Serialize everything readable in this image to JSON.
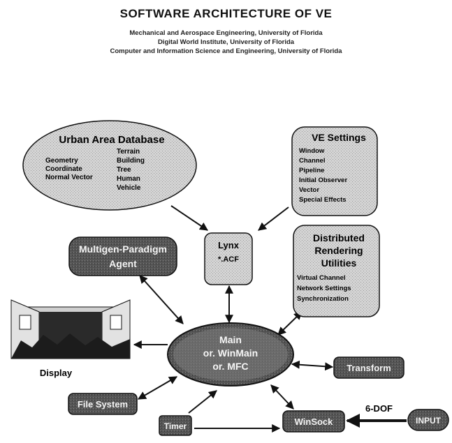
{
  "header": {
    "title": "SOFTWARE ARCHITECTURE OF VE",
    "affiliations": [
      "Mechanical and Aerospace Engineering, University of Florida",
      "Digital World Institute, University of Florida",
      "Computer and Information Science and Engineering, University of Florida"
    ]
  },
  "nodes": {
    "urban_db": {
      "title": "Urban Area Database",
      "left_items": [
        "Geometry",
        "Coordinate",
        "Normal Vector"
      ],
      "right_items": [
        "Terrain",
        "Building",
        "Tree",
        "Human",
        "Vehicle"
      ]
    },
    "ve_settings": {
      "title": "VE Settings",
      "items": [
        "Window",
        "Channel",
        "Pipeline",
        "Initial Observer",
        "Vector",
        "Special Effects"
      ]
    },
    "lynx": {
      "line1": "Lynx",
      "line2": "*.ACF"
    },
    "multigen": {
      "line1": "Multigen-Paradigm",
      "line2": "Agent"
    },
    "distributed": {
      "title_lines": [
        "Distributed",
        "Rendering",
        "Utilities"
      ],
      "items": [
        "Virtual Channel",
        "Network Settings",
        "Synchronization"
      ]
    },
    "main": {
      "lines": [
        "Main",
        "or. WinMain",
        "or. MFC"
      ]
    },
    "display": {
      "label": "Display"
    },
    "transform": {
      "label": "Transform"
    },
    "file_system": {
      "label": "File System"
    },
    "timer": {
      "label": "Timer"
    },
    "winsock": {
      "label": "WinSock"
    },
    "input": {
      "label": "INPUT"
    },
    "dof_label": "6-DOF"
  },
  "colors": {
    "ellipse_fill": "#dcdcdc",
    "box_fill": "#e6e6e6",
    "dark_fill": "#444444",
    "main_fill": "#7a7a7a",
    "stroke": "#111111"
  }
}
